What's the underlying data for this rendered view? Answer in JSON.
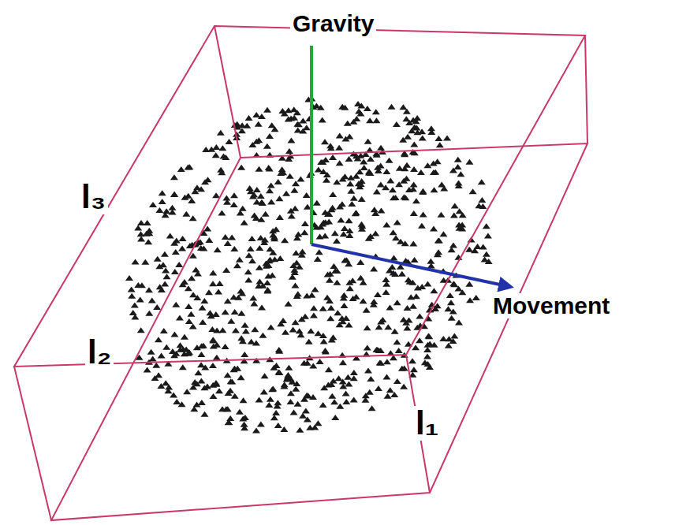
{
  "diagram": {
    "labels": [
      "Gravity",
      "Movement",
      "l₃",
      "l₂",
      "l₁"
    ]
  }
}
